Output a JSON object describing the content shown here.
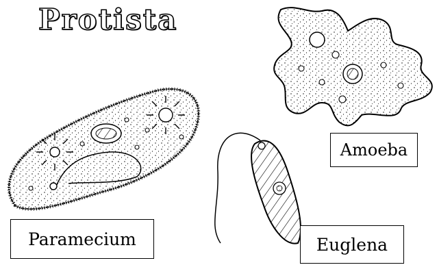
{
  "title": "Protista",
  "labels": {
    "paramecium": "Paramecium",
    "amoeba": "Amoeba",
    "euglena": "Euglena"
  }
}
